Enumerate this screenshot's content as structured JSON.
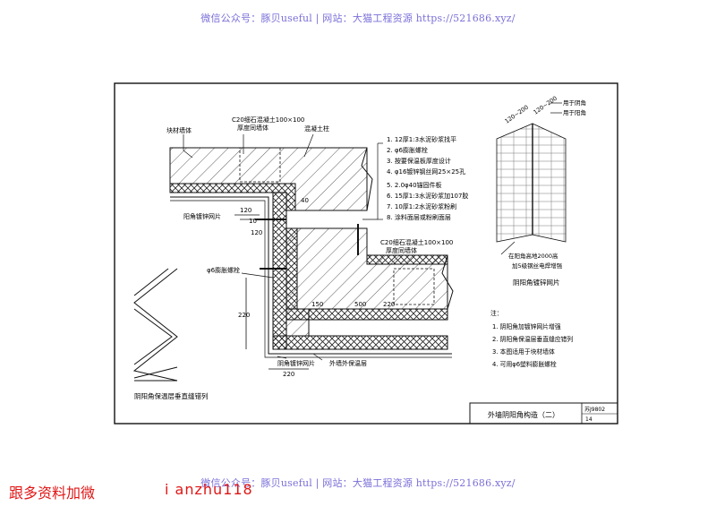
{
  "watermark": {
    "top": "微信公众号：豚贝useful | 网站：大猫工程资源 https://521686.xyz/",
    "bottom": "微信公众号：豚贝useful | 网站：大猫工程资源 https://521686.xyz/"
  },
  "overlay": {
    "left": "跟多资料加微",
    "right": "i anzhu118"
  },
  "drawing": {
    "labels": {
      "brick_wall": "块材墙体",
      "concrete_strip": "C20细石混凝土100×100",
      "strip_height": "厚度同墙体",
      "concrete_column": "混凝土柱",
      "outer_mesh": "阳角镀锌网片",
      "anchor": "φ6膨胀螺栓",
      "inner_mesh": "阴角镀锌网片",
      "insulation": "外墙外保温层",
      "concrete_strip2": "C20细石混凝土100×100",
      "strip_height2": "厚度同墙体",
      "inset_caption": "阴阳角保温层垂直缝错列",
      "right_caption": "阴阳角镀锌网片"
    },
    "dims": {
      "d120a": "120",
      "d10": "10",
      "d120b": "120",
      "d220v": "220",
      "d220h": "220",
      "d150": "150",
      "d500": "500",
      "d220c": "220",
      "d40": "40",
      "top_a": "120~200",
      "top_b": "120~200"
    },
    "layers": [
      "1. 12厚1:3水泥砂浆找平",
      "2. φ6膨胀螺栓",
      "3. 按要保温板厚度设计",
      "4. φ16镀锌钢丝网25×25孔",
      "5. 2.0φ40锚固件板",
      "6. 15厚1:3水泥砂浆加107胶",
      "7. 10厚1:2水泥砂浆粉刷",
      "8. 涂料面层或粉刷面层"
    ],
    "right_callouts": {
      "outer_corner": "用于阳角",
      "inner_corner": "用于阴角",
      "height": "在阳角高地2000高",
      "weld": "加5级钢丝电焊增强"
    },
    "notes": {
      "title": "注：",
      "items": [
        "1. 阴阳角加镀锌网片增强",
        "2. 阴阳角保温层垂直缝应错列",
        "3. 本图适用于块材墙体",
        "4. 可用φ6塑料膨胀螺栓"
      ]
    },
    "title_block": {
      "title": "外墙阴阳角构造（二）",
      "code": "苏J9802",
      "page": "14"
    }
  }
}
